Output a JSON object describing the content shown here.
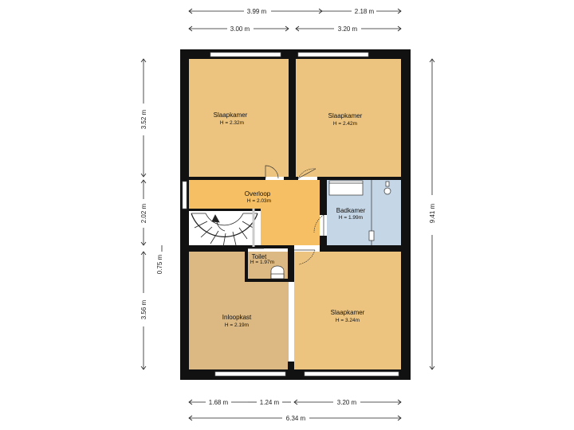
{
  "colors": {
    "bedroom": "#edc47f",
    "landing": "#f6bf63",
    "bathroom": "#c5d6e6",
    "walkin": "#dcb882",
    "wall": "#111111",
    "window": "#ffffff"
  },
  "rooms": {
    "bedroom_tl": {
      "name": "Slaapkamer",
      "height": "H = 2.32m"
    },
    "bedroom_tr": {
      "name": "Slaapkamer",
      "height": "H = 2.42m"
    },
    "landing": {
      "name": "Overloop",
      "height": "H = 2.03m"
    },
    "bathroom": {
      "name": "Badkamer",
      "height": "H = 1.99m"
    },
    "toilet": {
      "name": "Toilet",
      "height": "H = 1.97m"
    },
    "walkin": {
      "name": "Inloopkast",
      "height": "H = 2.19m"
    },
    "bedroom_br": {
      "name": "Slaapkamer",
      "height": "H = 3.24m"
    }
  },
  "dimensions": {
    "top_outer_1": "3.99 m",
    "top_outer_2": "2.18 m",
    "top_inner_1": "3.00 m",
    "top_inner_2": "3.20 m",
    "left_1": "3.52 m",
    "left_2": "2.02 m",
    "left_3": "0.75 m",
    "left_4": "3.56 m",
    "right_total": "9.41 m",
    "bottom_1": "1.68 m",
    "bottom_2": "1.24 m",
    "bottom_3": "3.20 m",
    "bottom_total": "6.34 m"
  }
}
